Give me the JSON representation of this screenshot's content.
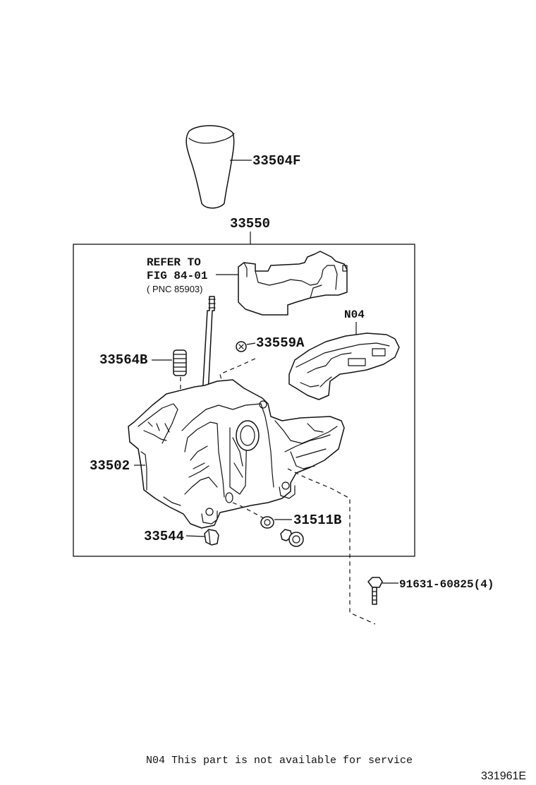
{
  "parts": {
    "knob": "33504F",
    "assembly": "33550",
    "refer_line1": "REFER TO",
    "refer_line2": "FIG 84-01",
    "refer_line3": "( PNC 85903)",
    "n04": "N04",
    "pin": "33559A",
    "spring": "33564B",
    "housing": "33502",
    "bushing": "31511B",
    "clip": "33544",
    "bolt": "91631-60825(4)"
  },
  "footer": {
    "note": "N04 This part is not available for service",
    "code": "331961E"
  }
}
